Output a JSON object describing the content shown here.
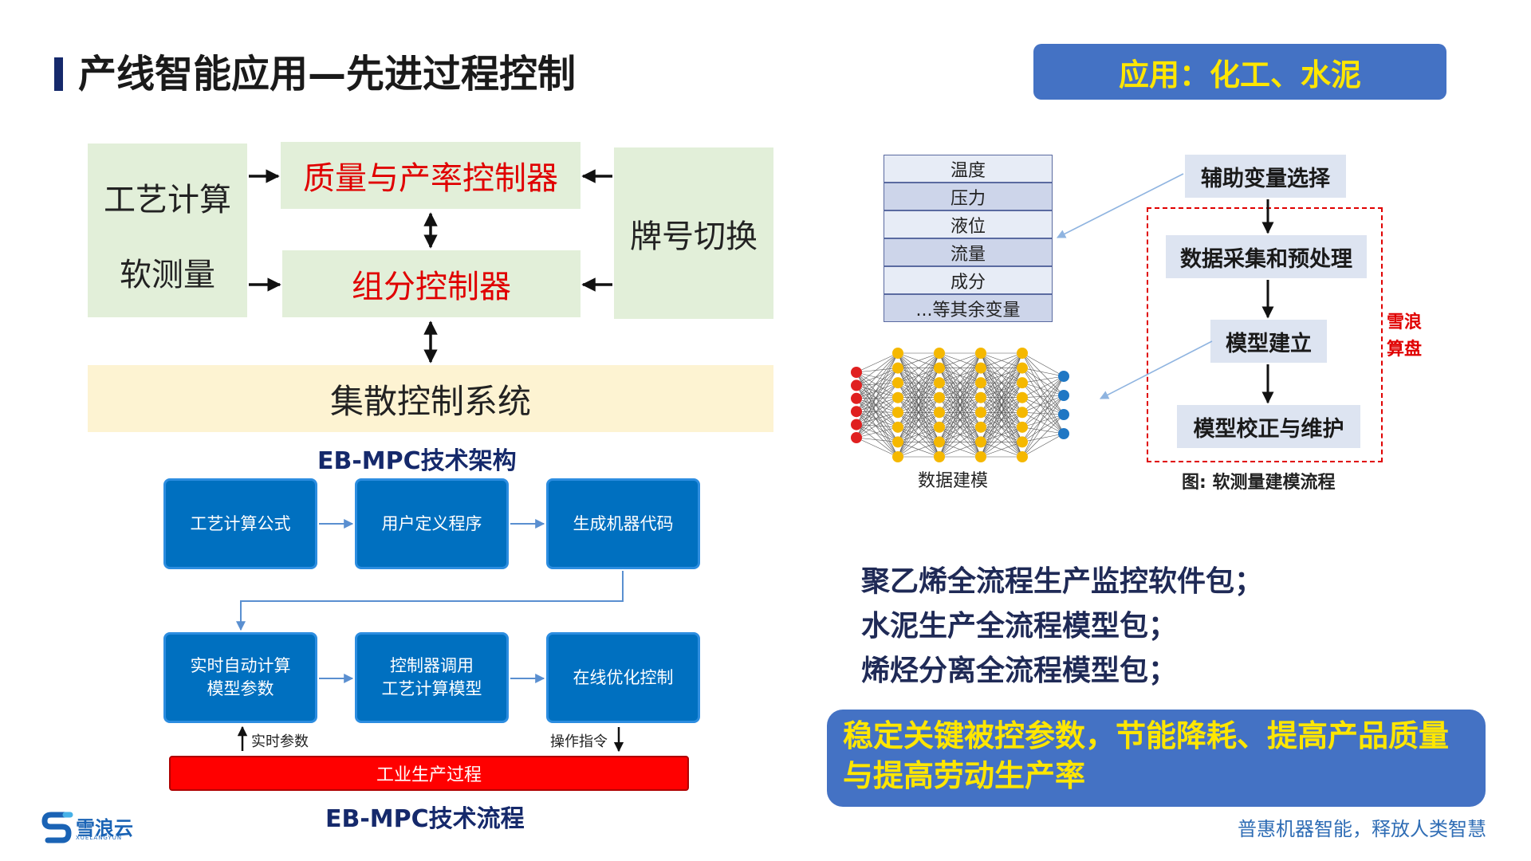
{
  "header": {
    "title": "产线智能应用—先进过程控制",
    "application": "应用：化工、水泥"
  },
  "architecture": {
    "left_line1": "工艺计算",
    "left_line2": "软测量",
    "quality_controller": "质量与产率控制器",
    "component_controller": "组分控制器",
    "grade_switch": "牌号切换",
    "dcs": "集散控制系统",
    "caption": "EB-MPC技术架构"
  },
  "flow": {
    "row1": [
      "工艺计算公式",
      "用户定义程序",
      "生成机器代码"
    ],
    "row2_1_line1": "实时自动计算",
    "row2_1_line2": "模型参数",
    "row2_2_line1": "控制器调用",
    "row2_2_line2": "工艺计算模型",
    "row2_3": "在线优化控制",
    "realtime_params": "实时参数",
    "operation_cmd": "操作指令",
    "industrial_process": "工业生产过程",
    "caption": "EB-MPC技术流程"
  },
  "soft_sensor": {
    "variables": [
      "温度",
      "压力",
      "液位",
      "流量",
      "成分",
      "...等其余变量"
    ],
    "steps": [
      "辅助变量选择",
      "数据采集和预处理",
      "模型建立",
      "模型校正与维护"
    ],
    "platform_line1": "雪浪",
    "platform_line2": "算盘",
    "data_model_label": "数据建模",
    "caption": "图: 软测量建模流程"
  },
  "packages": [
    "聚乙烯全流程生产监控软件包；",
    "水泥生产全流程模型包；",
    "烯烃分离全流程模型包；"
  ],
  "benefit": "稳定关键被控参数，节能降耗、提高产品质量与提高劳动生产率",
  "footer": {
    "logo": "雪浪云",
    "logo_sub": "XUELANGYUN",
    "slogan": "普惠机器智能，释放人类智慧"
  },
  "neural_net": {
    "layer_sizes": [
      6,
      8,
      8,
      8,
      8,
      4
    ],
    "input_color": "#e02020",
    "hidden_color": "#f5b800",
    "output_color": "#1f77c4"
  },
  "colors": {
    "accent_blue": "#4472c4",
    "highlight_yellow": "#ffe600",
    "controller_red": "#e00000",
    "flow_blue": "#0070c0"
  }
}
